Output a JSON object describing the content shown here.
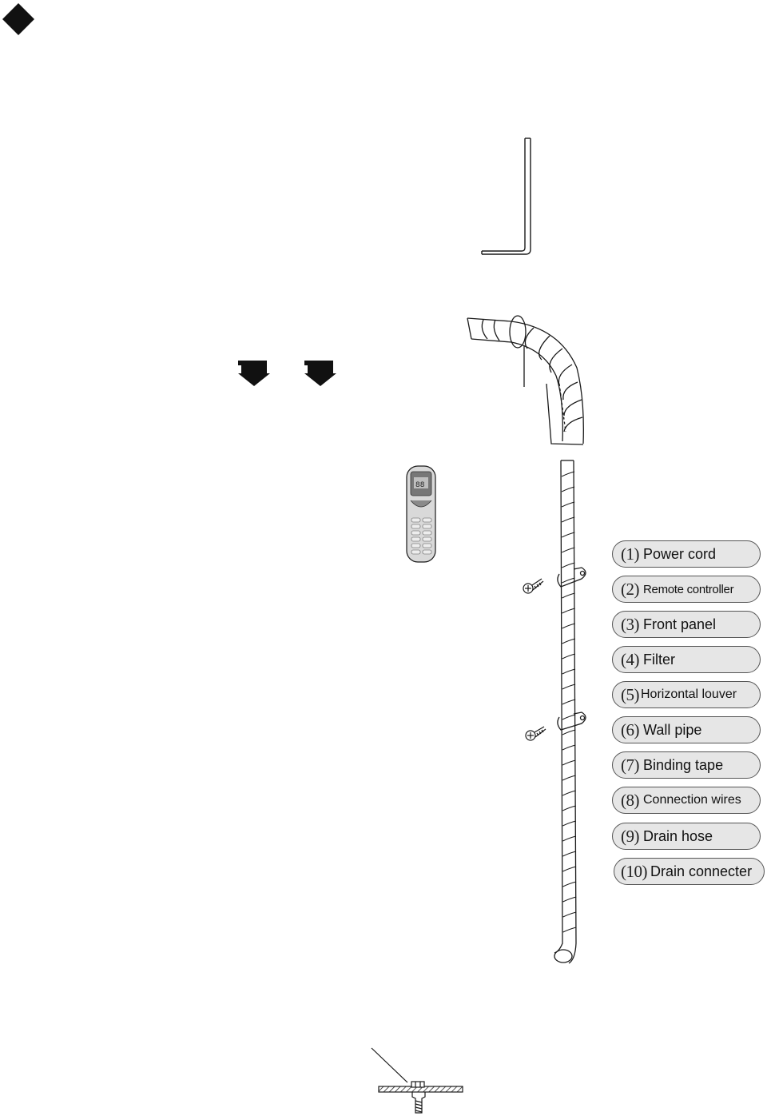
{
  "labels": [
    {
      "num": "(1)",
      "text": "Power cord"
    },
    {
      "num": "(2)",
      "text": "Remote controller"
    },
    {
      "num": "(3)",
      "text": "Front panel"
    },
    {
      "num": "(4)",
      "text": "Filter"
    },
    {
      "num": "(5)",
      "text": "Horizontal louver"
    },
    {
      "num": "(6)",
      "text": "Wall pipe"
    },
    {
      "num": "(7)",
      "text": "Binding tape"
    },
    {
      "num": "(8)",
      "text": "Connection wires"
    },
    {
      "num": "(9)",
      "text": "Drain hose"
    },
    {
      "num": "(10)",
      "text": "Drain connecter"
    }
  ],
  "colors": {
    "line": "#1a1a1a",
    "pill_fill": "#e6e6e6",
    "remote_fill": "#d9d9d9"
  },
  "icons": {
    "bullet": "diamond-icon",
    "arrow": "down-arrow-icon"
  }
}
